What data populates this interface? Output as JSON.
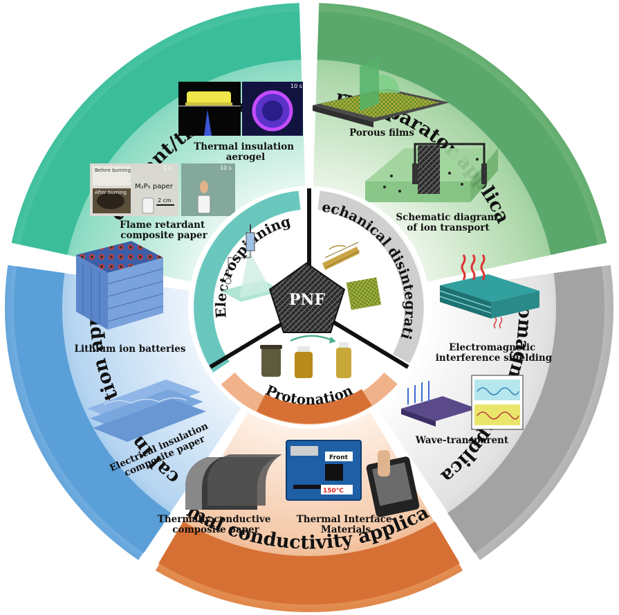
{
  "center": {
    "label": "PNF"
  },
  "outer_ring": {
    "flame": "Flame retardant/thermal insulation",
    "battery": "Battery Separator applications",
    "electromagnetic": "Electromagnetic applications",
    "thermal": "Thermal conductivity applications",
    "electrical": "Electrical insulation applications"
  },
  "inner_ring": {
    "electrospinning": "Electrospinning",
    "mechanical": "Mechanical disintegration",
    "protonation": "Protonation"
  },
  "captions": {
    "thermal_insulation_aerogel": [
      "Thermal insulation",
      "aerogel"
    ],
    "flame_retardant_paper": [
      "Flame retardant",
      "composite paper"
    ],
    "porous_films": "Porous films",
    "ion_transport": [
      "Schematic diagram",
      "of ion transport"
    ],
    "emi_shielding": [
      "Electromagnetic",
      "interference shielding"
    ],
    "wave_transparent": "Wave-transparent",
    "thermal_interface": [
      "Thermal Interface",
      "Materials"
    ],
    "thermally_conductive_paper": [
      "Thermally conductive",
      "composite paper"
    ],
    "electrical_insulation_paper": [
      "Electrical insulation",
      "composite paper"
    ],
    "lithium_batteries": "Lithium ion batteries"
  },
  "photo_labels": {
    "aerogel_time": "10 s",
    "flame_time_1": "1 s",
    "flame_time_2": "10 s",
    "before_burning": "Before burning",
    "after_burning": "After burning",
    "paper_label": "M₂P₅ paper",
    "scale_bar": "2 cm",
    "board_front": "Front",
    "board_temp": "150°C"
  },
  "colors": {
    "flame": "#3bbd9a",
    "battery": "#5aa86c",
    "electromagnetic": "#a3a3a3",
    "thermal": "#d77034",
    "electrical": "#5a9fd8"
  }
}
